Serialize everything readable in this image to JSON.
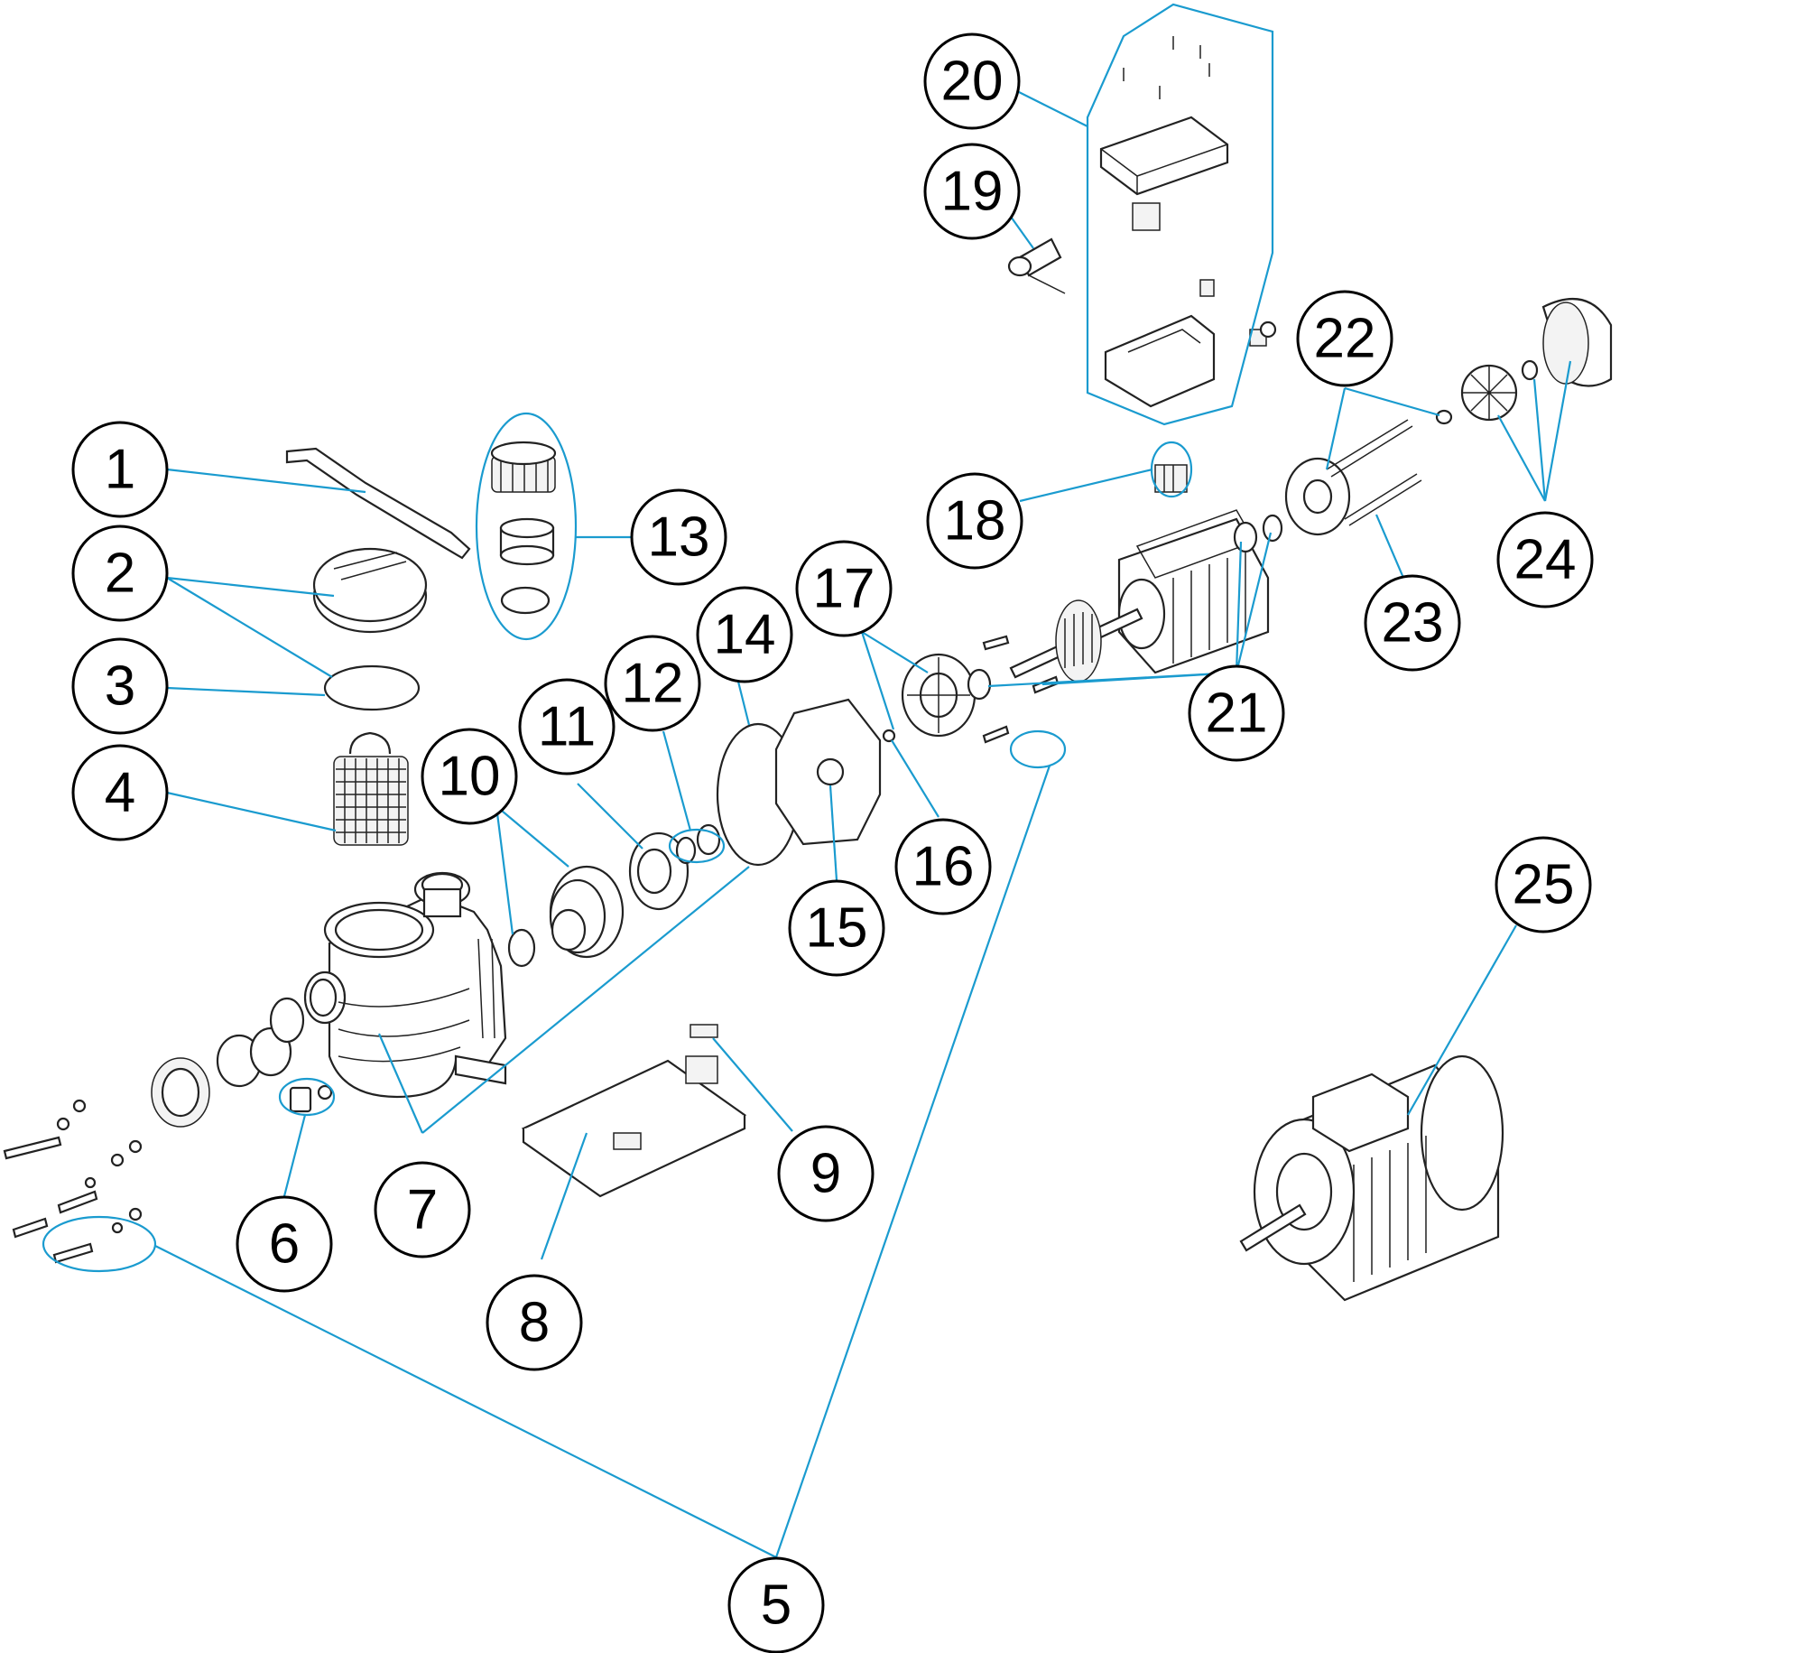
{
  "diagram": {
    "colors": {
      "leader": "#1a9bcf",
      "outline": "#222222",
      "callout_text": "#000000"
    },
    "callouts": [
      {
        "id": "1",
        "label": "1"
      },
      {
        "id": "2",
        "label": "2"
      },
      {
        "id": "3",
        "label": "3"
      },
      {
        "id": "4",
        "label": "4"
      },
      {
        "id": "5",
        "label": "5"
      },
      {
        "id": "6",
        "label": "6"
      },
      {
        "id": "7",
        "label": "7"
      },
      {
        "id": "8",
        "label": "8"
      },
      {
        "id": "9",
        "label": "9"
      },
      {
        "id": "10",
        "label": "10"
      },
      {
        "id": "11",
        "label": "11"
      },
      {
        "id": "12",
        "label": "12"
      },
      {
        "id": "13",
        "label": "13"
      },
      {
        "id": "14",
        "label": "14"
      },
      {
        "id": "15",
        "label": "15"
      },
      {
        "id": "16",
        "label": "16"
      },
      {
        "id": "17",
        "label": "17"
      },
      {
        "id": "18",
        "label": "18"
      },
      {
        "id": "19",
        "label": "19"
      },
      {
        "id": "20",
        "label": "20"
      },
      {
        "id": "21",
        "label": "21"
      },
      {
        "id": "22",
        "label": "22"
      },
      {
        "id": "23",
        "label": "23"
      },
      {
        "id": "24",
        "label": "24"
      },
      {
        "id": "25",
        "label": "25"
      }
    ]
  }
}
